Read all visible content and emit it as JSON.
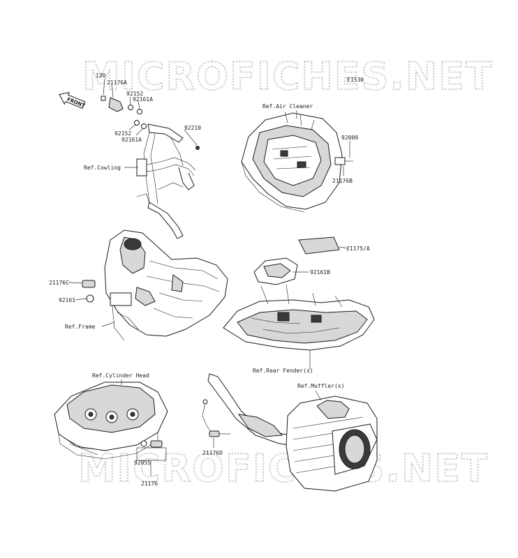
{
  "watermark": "MICROFICHES.NET",
  "diagram_code": "E1530",
  "front_arrow": "FRONT",
  "part_labels": {
    "p120": "120",
    "p21176A": "21176A",
    "p92152_top": "92152",
    "p92161A_top": "92161A",
    "p92152_bottom": "92152",
    "p92161A_bottom": "92161A",
    "p92210": "92210",
    "p92009": "92009",
    "p21176B": "21176B",
    "p21175A": "21175/A",
    "p92161B": "92161B",
    "p21176C": "21176C",
    "p92161": "92161",
    "p21176D": "21176D",
    "p92055": "92055",
    "p21176": "21176"
  },
  "ref_labels": {
    "air_cleaner": "Ref.Air Cleaner",
    "cowling": "Ref.Cowling",
    "frame": "Ref.Frame",
    "rear_fender": "Ref.Rear Fender(s)",
    "cylinder_head": "Ref.Cylinder Head",
    "muffler": "Ref.Muffler(s)"
  }
}
